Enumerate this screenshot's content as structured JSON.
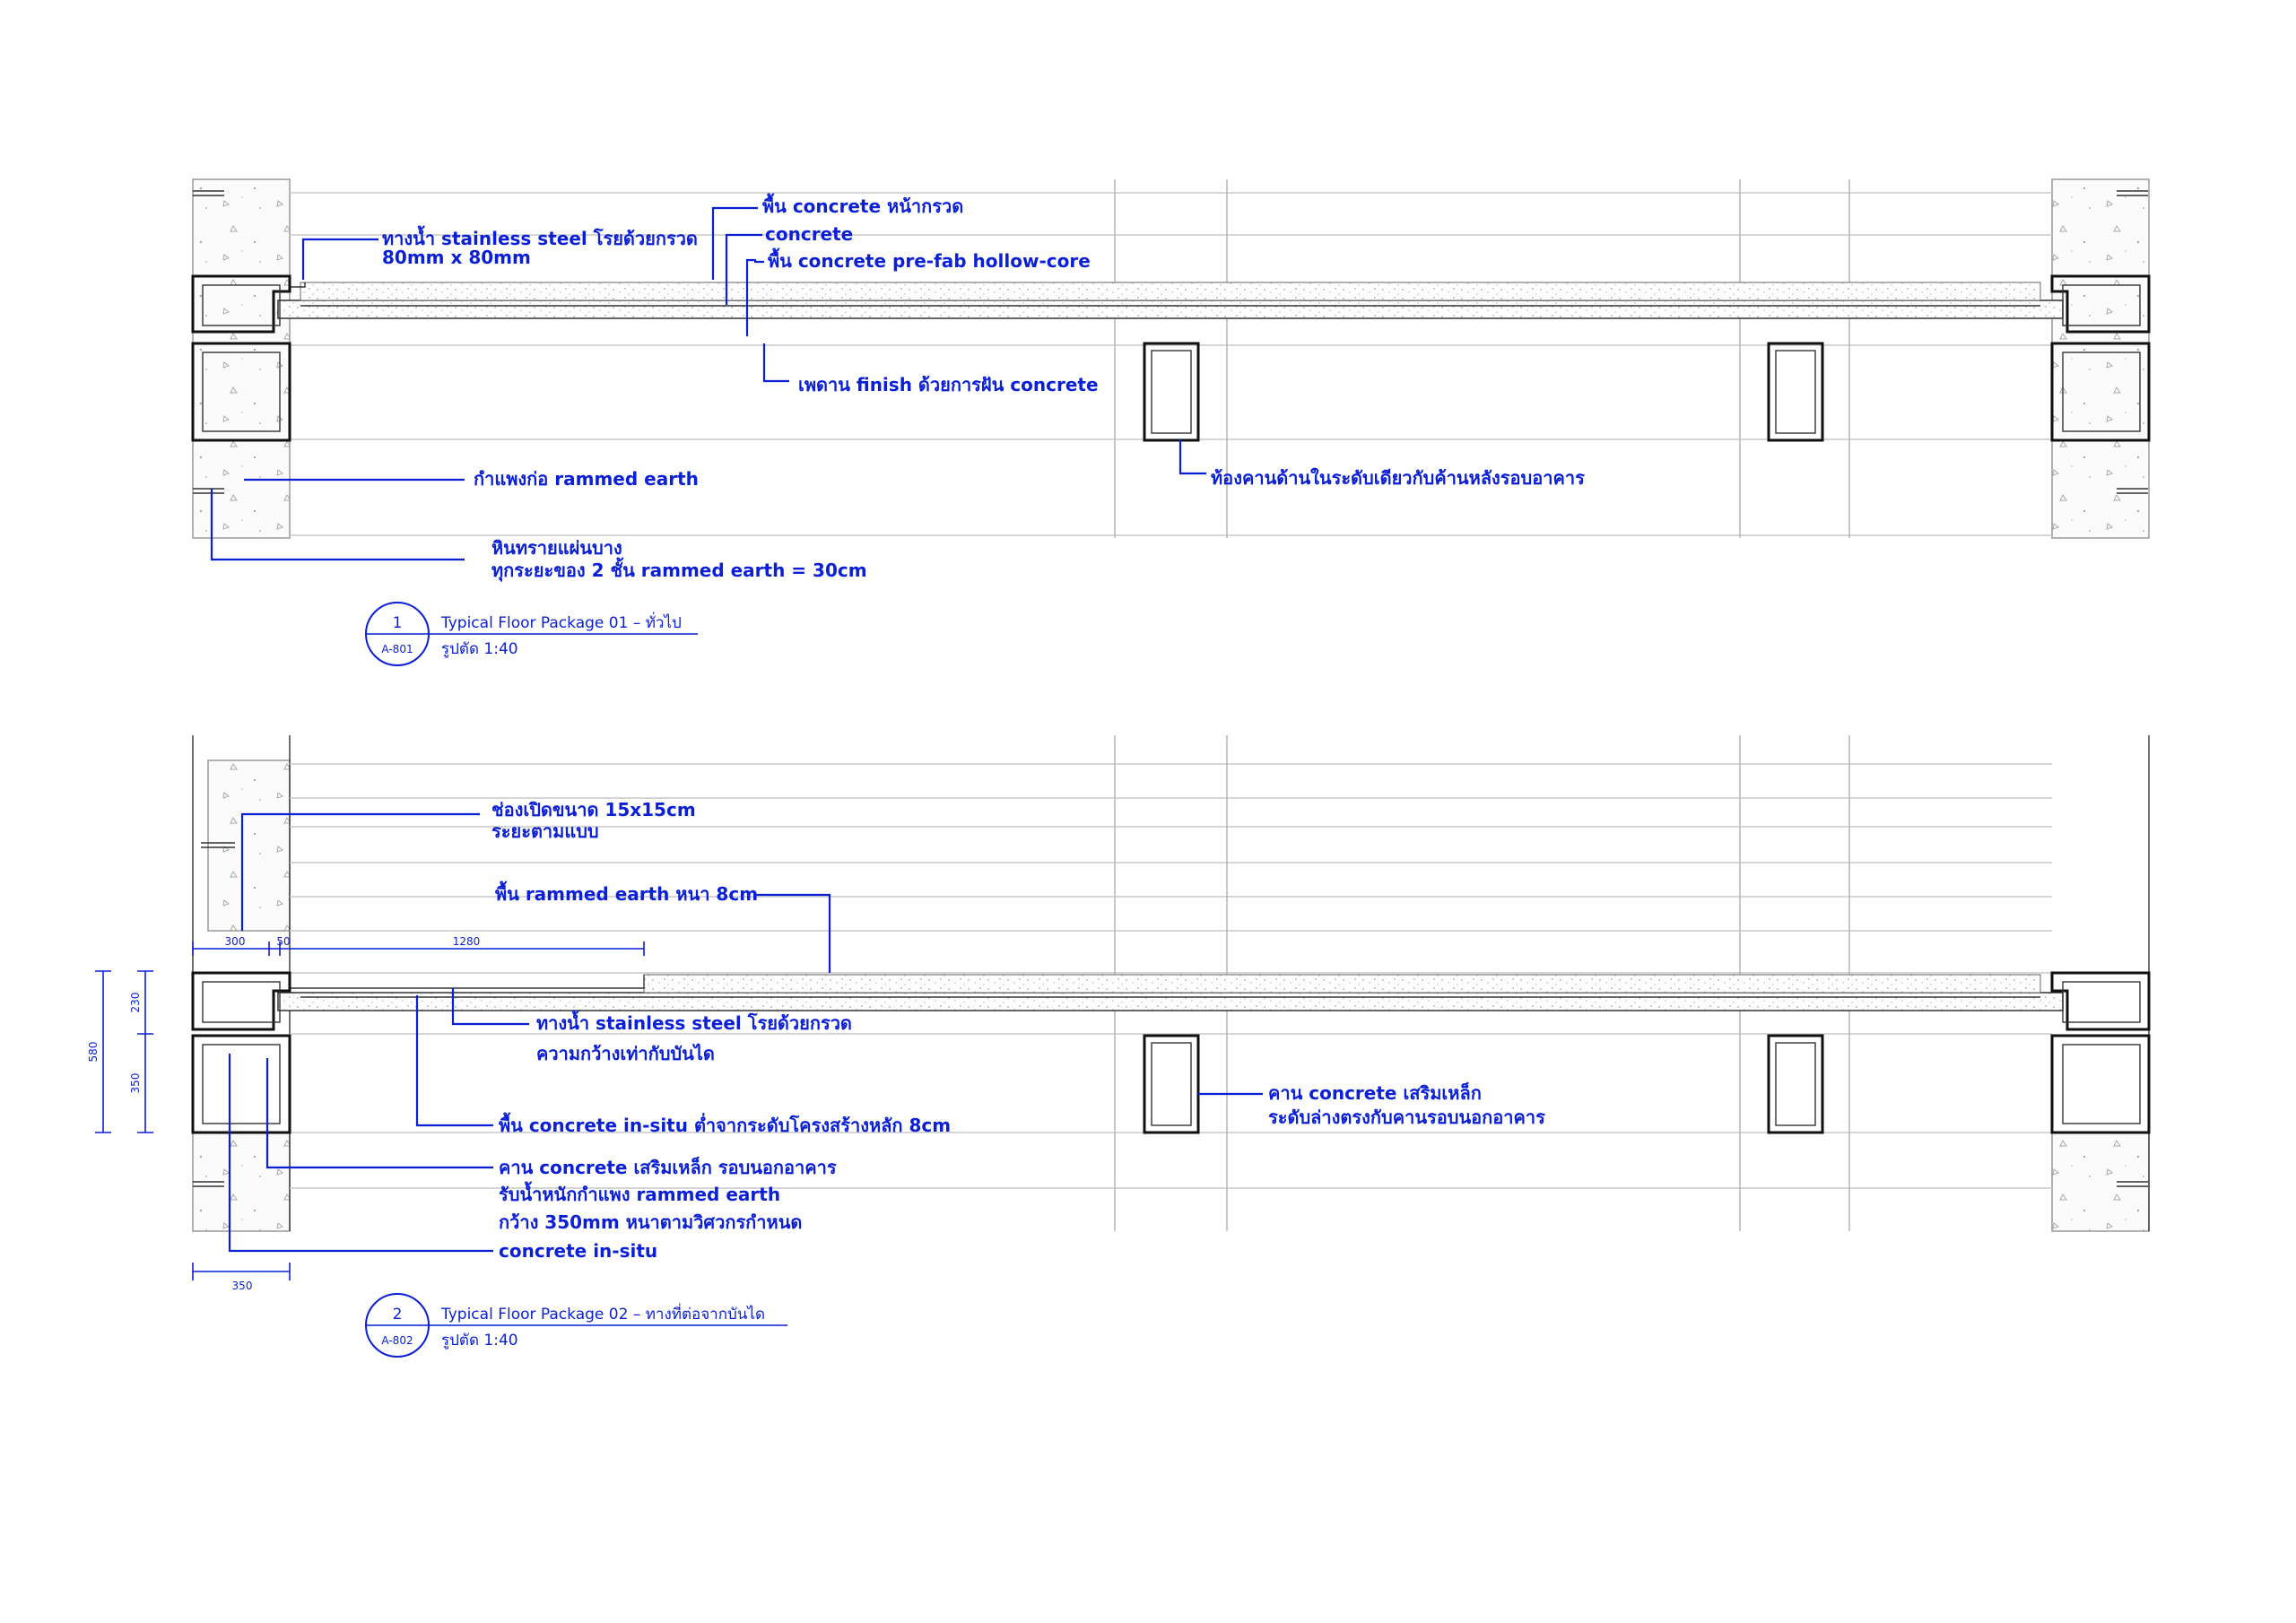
{
  "sections": [
    {
      "id": 1,
      "callouts": {
        "drain": [
          "ทางน้ำ stainless steel โรยด้วยกรวด",
          "80mm x 80mm"
        ],
        "floor_top": "พื้น concrete หน้ากรวด",
        "concrete": "concrete",
        "hollow_core": "พื้น concrete pre-fab hollow-core",
        "ceiling": "เพดาน finish ด้วยการฝัน concrete",
        "beam_soffit": "ท้องคานด้านในระดับเดียวกับค้านหลังรอบอาคาร",
        "wall": "กำแพงก่อ rammed earth",
        "gravel": [
          "หินทรายแผ่นบาง",
          "ทุกระยะของ 2 ชั้น rammed earth = 30cm"
        ]
      },
      "title_block": {
        "number": "1",
        "sheet": "A-801",
        "title": "Typical Floor Package 01 – ทั่วไป",
        "scale": "รูปตัด 1:40"
      }
    },
    {
      "id": 2,
      "callouts": {
        "opening": [
          "ช่องเปิดขนาด 15x15cm",
          "ระยะตามแบบ"
        ],
        "rammed_floor": "พื้น rammed earth หนา 8cm",
        "drain": [
          "ทางน้ำ stainless steel โรยด้วยกรวด",
          "ความกว้างเท่ากับบันได"
        ],
        "insitu_floor": "พื้น concrete in-situ ต่ำจากระดับโครงสร้างหลัก 8cm",
        "perimeter_beam": [
          "คาน concrete เสริมเหล็ก รอบนอกอาคาร",
          "รับน้ำหนักกำแพง rammed earth",
          "กว้าง 350mm หนาตามวิศวกรกำหนด"
        ],
        "concrete_insitu": "concrete in-situ",
        "inner_beam": [
          "คาน concrete เสริมเหล็ก",
          "ระดับล่างตรงกับคานรอบนอกอาคาร"
        ]
      },
      "dimensions": {
        "top": [
          "300",
          "50",
          "1280"
        ],
        "left_total": "580",
        "left_parts": [
          "230",
          "350"
        ],
        "bottom": "350"
      },
      "title_block": {
        "number": "2",
        "sheet": "A-802",
        "title": "Typical Floor Package 02 – ทางที่ต่อจากบันได",
        "scale": "รูปตัด 1:40"
      }
    }
  ],
  "colors": {
    "annotation": "#0a1fd6",
    "structure": "#111111",
    "grid": "#c9c9c9"
  }
}
